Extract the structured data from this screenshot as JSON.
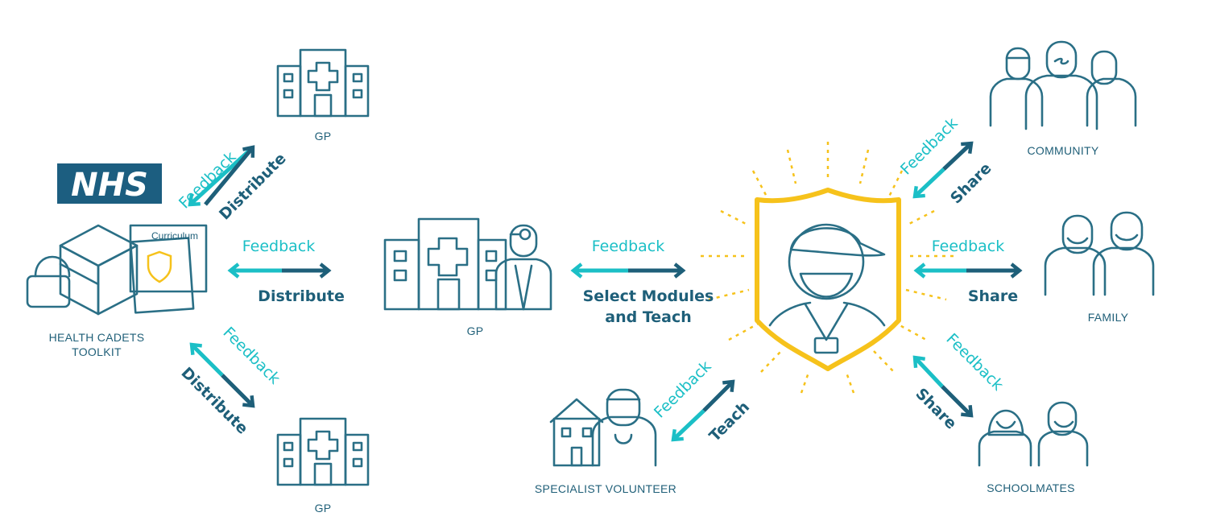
{
  "colors": {
    "teal": "#1bbfc6",
    "dark": "#1e5f79",
    "gold": "#f6c21b",
    "nhs_blue": "#1c5e80"
  },
  "nhs_logo": "NHS",
  "curriculum_label": "Curriculum",
  "nodes": {
    "gp_top": "GP",
    "gp_center": "GP",
    "gp_bottom": "GP",
    "toolkit_line1": "HEALTH CADETS",
    "toolkit_line2": "TOOLKIT",
    "community": "COMMUNITY",
    "family": "FAMILY",
    "schoolmates": "SCHOOLMATES",
    "specialist": "SPECIALIST VOLUNTEER"
  },
  "arrows": {
    "toolkit_gp_top": {
      "feedback": "Feedback",
      "action": "Distribute"
    },
    "toolkit_gp_center": {
      "feedback": "Feedback",
      "action": "Distribute"
    },
    "toolkit_gp_bottom": {
      "feedback": "Feedback",
      "action": "Distribute"
    },
    "gp_cadet": {
      "feedback": "Feedback",
      "action_line1": "Select Modules",
      "action_line2": "and Teach"
    },
    "cadet_community": {
      "feedback": "Feedback",
      "action": "Share"
    },
    "cadet_family": {
      "feedback": "Feedback",
      "action": "Share"
    },
    "cadet_schoolmates": {
      "feedback": "Feedback",
      "action": "Share"
    },
    "cadet_specialist": {
      "feedback": "Feedback",
      "action": "Teach"
    }
  }
}
